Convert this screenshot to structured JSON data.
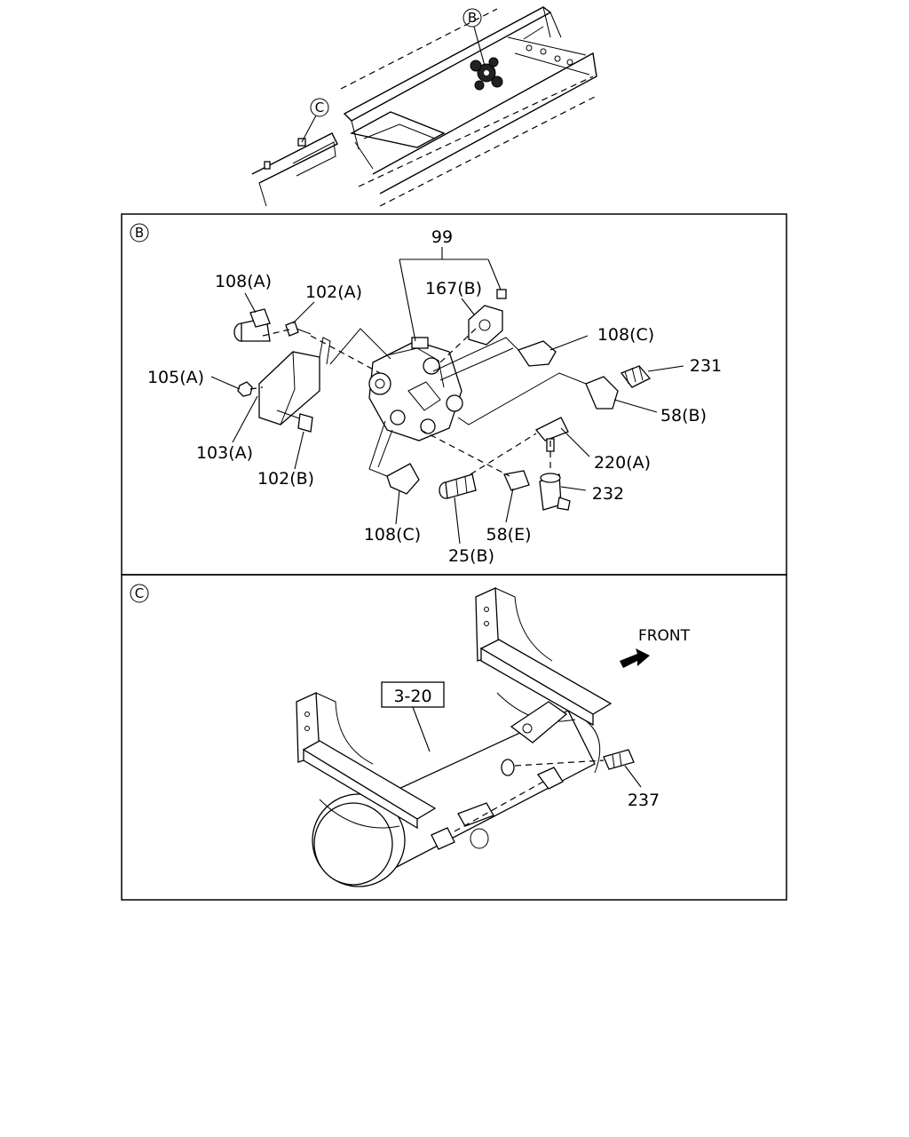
{
  "overview": {
    "callout_b": "B",
    "callout_c": "C"
  },
  "panel_b": {
    "section_letter": "B",
    "labels": {
      "p99": "99",
      "p167b": "167(B)",
      "p108a": "108(A)",
      "p102a": "102(A)",
      "p108c_top": "108(C)",
      "p231": "231",
      "p105a": "105(A)",
      "p58b": "58(B)",
      "p103a": "103(A)",
      "p220a": "220(A)",
      "p102b": "102(B)",
      "p232": "232",
      "p108c_bottom": "108(C)",
      "p58e": "58(E)",
      "p25b": "25(B)"
    }
  },
  "panel_c": {
    "section_letter": "C",
    "labels": {
      "p3_20": "3-20",
      "front": "FRONT",
      "p237": "237"
    }
  }
}
